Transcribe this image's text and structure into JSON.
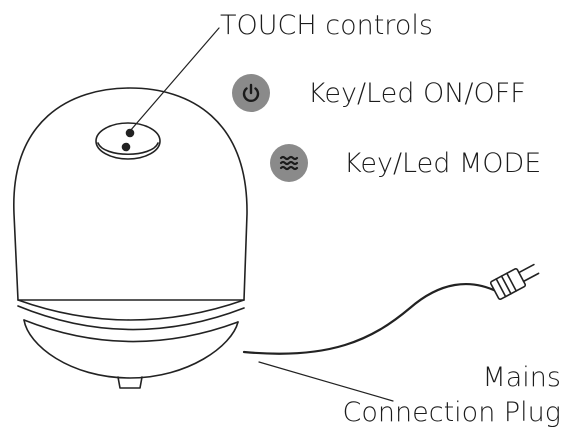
{
  "labels": {
    "touch_controls": "TOUCH controls",
    "key_onoff": "Key/Led ON/OFF",
    "key_mode": "Key/Led MODE",
    "mains_line1": "Mains",
    "mains_line2": "Connection Plug"
  },
  "icons": {
    "power": "power-icon",
    "mode": "waves-icon"
  },
  "colors": {
    "icon_fill": "#8a8a8a",
    "icon_glyph": "#1a1a1a",
    "stroke": "#222222"
  }
}
